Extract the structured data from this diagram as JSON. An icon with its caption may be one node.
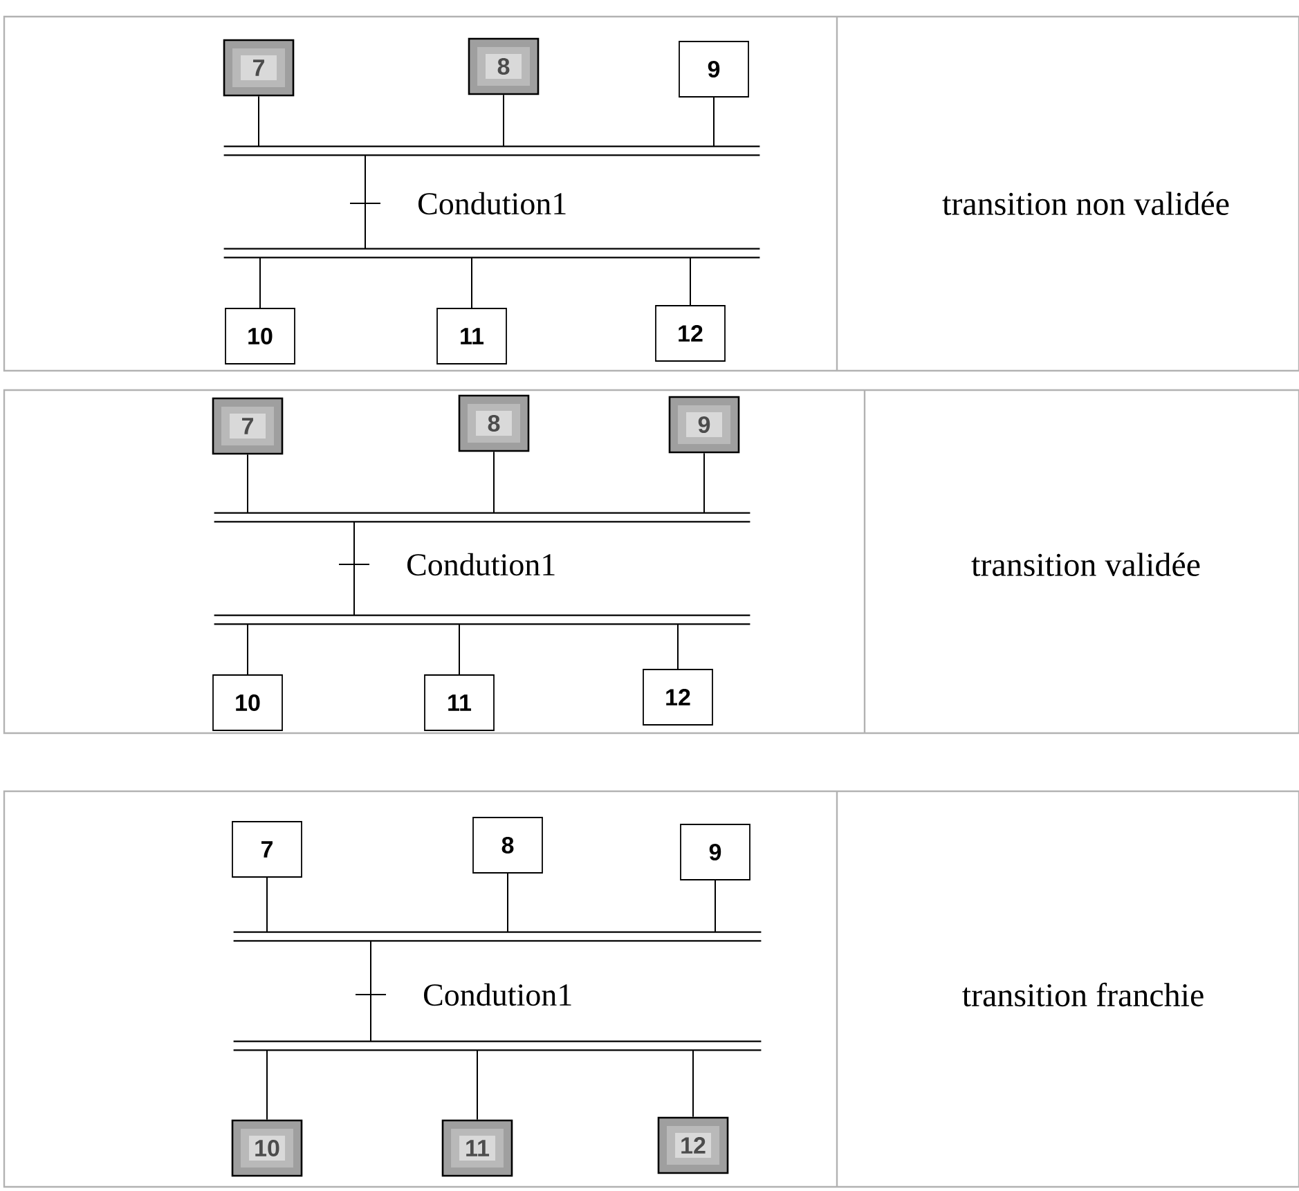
{
  "diagram": {
    "nodes": [
      {
        "text": [
          "7"
        ]
      },
      {
        "text": [
          "8"
        ]
      },
      {
        "text": [
          "9"
        ]
      },
      {
        "text": [],
        "shape": "bar"
      },
      {
        "text": [],
        "shape": "bar"
      },
      {
        "text": [
          "10"
        ]
      },
      {
        "text": [
          "11"
        ]
      },
      {
        "text": [
          "12"
        ]
      },
      {
        "text": [
          "7"
        ]
      },
      {
        "text": [
          "8"
        ]
      },
      {
        "text": [
          "9"
        ]
      },
      {
        "text": [],
        "shape": "bar"
      },
      {
        "text": [],
        "shape": "bar"
      },
      {
        "text": [
          "10"
        ]
      },
      {
        "text": [
          "11"
        ]
      },
      {
        "text": [
          "12"
        ]
      },
      {
        "text": [
          "7"
        ]
      },
      {
        "text": [
          "8"
        ]
      },
      {
        "text": [
          "9"
        ]
      },
      {
        "text": [],
        "shape": "bar"
      },
      {
        "text": [],
        "shape": "bar"
      },
      {
        "text": [
          "10"
        ]
      },
      {
        "text": [
          "11"
        ]
      },
      {
        "text": [
          "12"
        ]
      }
    ],
    "edges": [
      {
        "from": 0,
        "to": 3,
        "arrow": "none"
      },
      {
        "from": 1,
        "to": 3,
        "arrow": "none"
      },
      {
        "from": 2,
        "to": 3,
        "arrow": "none"
      },
      {
        "from": 3,
        "to": 4,
        "arrow": "none",
        "label": "Condution1"
      },
      {
        "from": 4,
        "to": 5,
        "arrow": "none"
      },
      {
        "from": 4,
        "to": 6,
        "arrow": "none"
      },
      {
        "from": 4,
        "to": 7,
        "arrow": "none"
      },
      {
        "from": 8,
        "to": 11,
        "arrow": "none"
      },
      {
        "from": 9,
        "to": 11,
        "arrow": "none"
      },
      {
        "from": 10,
        "to": 11,
        "arrow": "none"
      },
      {
        "from": 11,
        "to": 12,
        "arrow": "none",
        "label": "Condution1"
      },
      {
        "from": 12,
        "to": 13,
        "arrow": "none"
      },
      {
        "from": 12,
        "to": 14,
        "arrow": "none"
      },
      {
        "from": 12,
        "to": 15,
        "arrow": "none"
      },
      {
        "from": 16,
        "to": 19,
        "arrow": "none"
      },
      {
        "from": 17,
        "to": 19,
        "arrow": "none"
      },
      {
        "from": 18,
        "to": 19,
        "arrow": "none"
      },
      {
        "from": 19,
        "to": 20,
        "arrow": "none",
        "label": "Condution1"
      },
      {
        "from": 20,
        "to": 21,
        "arrow": "none"
      },
      {
        "from": 20,
        "to": 22,
        "arrow": "none"
      },
      {
        "from": 20,
        "to": 23,
        "arrow": "none"
      }
    ],
    "labels": [
      "transition non validée",
      "transition validée",
      "transition franchie"
    ]
  }
}
